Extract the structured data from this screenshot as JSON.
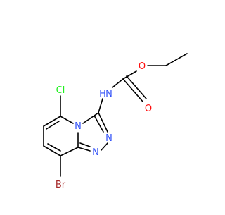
{
  "molecule": {
    "atom_labels": {
      "oxygen_ether": "O",
      "oxygen_carbonyl": "O",
      "nitrogen_h": "H",
      "nitrogen_n": "N",
      "chlorine": "Cl",
      "nitrogen_ring_bridge": "N",
      "nitrogen_ring_2": "N",
      "nitrogen_ring_1": "N",
      "bromine": "Br"
    },
    "colors": {
      "bond": "#000000",
      "oxygen": "#ff0d0d",
      "nitrogen": "#3050f8",
      "chlorine": "#1ff01f",
      "bromine": "#a62929"
    }
  }
}
